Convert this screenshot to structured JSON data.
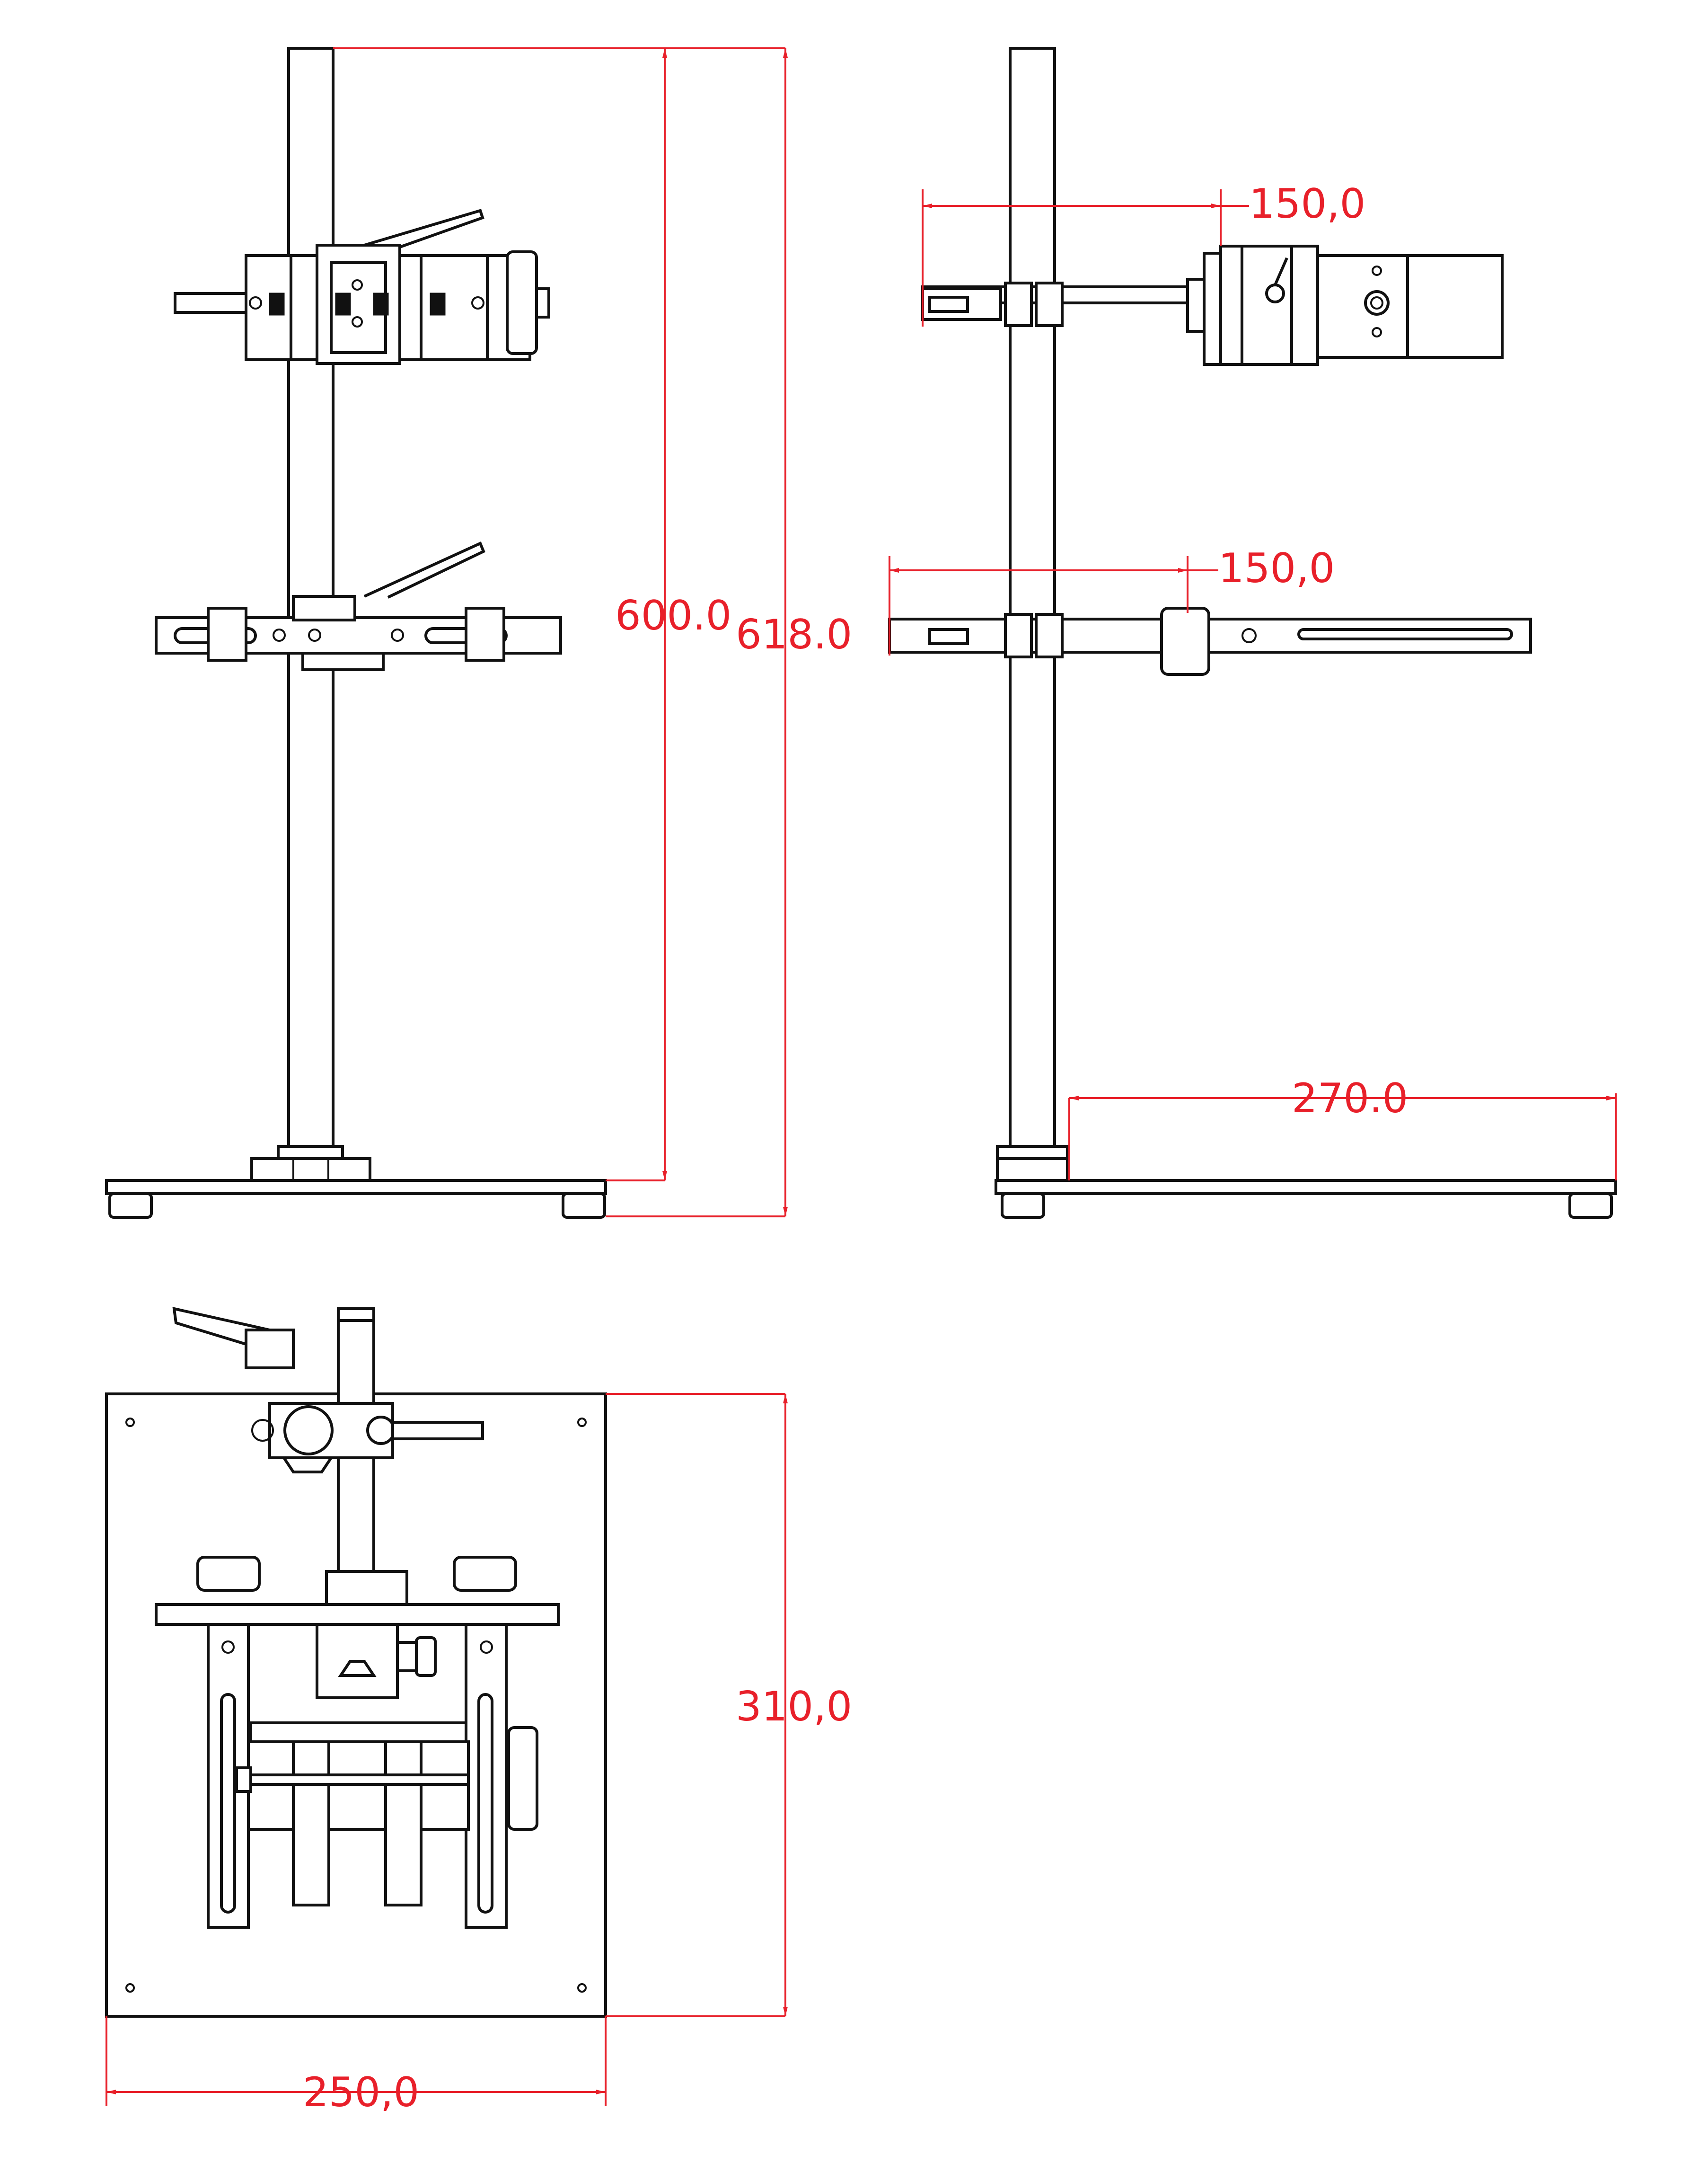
{
  "colors": {
    "dimension": "#e8202a",
    "outline": "#111111",
    "background": "#ffffff"
  },
  "dimensions": {
    "front_height_600": "600.0",
    "front_height_618": "618.0",
    "side_arm_upper": "150,0",
    "side_arm_lower": "150,0",
    "side_base_depth": "270.0",
    "top_depth": "310,0",
    "top_width": "250,0"
  }
}
